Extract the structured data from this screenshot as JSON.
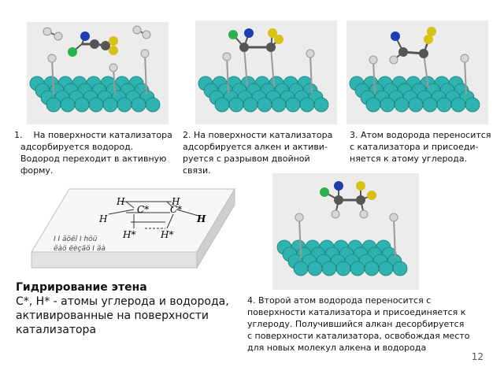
{
  "step1": {
    "num": "1.",
    "lines": [
      "На поверхности катализатора",
      "адсорбируется водород.",
      "Водород переходит в активную",
      "форму."
    ]
  },
  "step2": {
    "lines": [
      "2. На поверхности катализатора",
      "адсорбируется алкен и активи-",
      "руется с разрывом двойной",
      "связи."
    ]
  },
  "step3": {
    "lines": [
      "3. Атом водорода переносится",
      "с катализатора и присоеди-",
      "няется к атому углерода."
    ]
  },
  "step4": {
    "lines": [
      "4. Второй атом водорода переносится с",
      "поверхности катализатора и присоединяется к",
      "углероду. Получившийся алкан десорбируется",
      "с поверхности катализатора, освобождая место",
      "для новых молекул алкена и водорода"
    ]
  },
  "scheme": {
    "labels": {
      "h_top_left": "H",
      "h_top_right": "H",
      "c_left": "C*",
      "c_right": "C*",
      "h_left": "H",
      "h_right": "H",
      "h_star_left": "H*",
      "h_star_right": "H*"
    },
    "surface_lines": [
      "I I äöêî I höü",
      "ëàö ëèçãö I äà"
    ]
  },
  "summary": {
    "title": "Гидрирование этена",
    "lines": [
      "C*, H* - атомы углерода и водорода,",
      "активированные на поверхности",
      "катализатора"
    ]
  },
  "page_number": "12",
  "colors": {
    "catalyst": "#2fb3b0",
    "catalyst_dark": "#1d7d7a",
    "background_panel": "#ececec",
    "carbon": "#555555",
    "hydrogen": "#d6d6d6",
    "nitrogen": "#1b3fb0",
    "chlorine": "#2bb24c",
    "sulfur": "#d8c21a"
  }
}
